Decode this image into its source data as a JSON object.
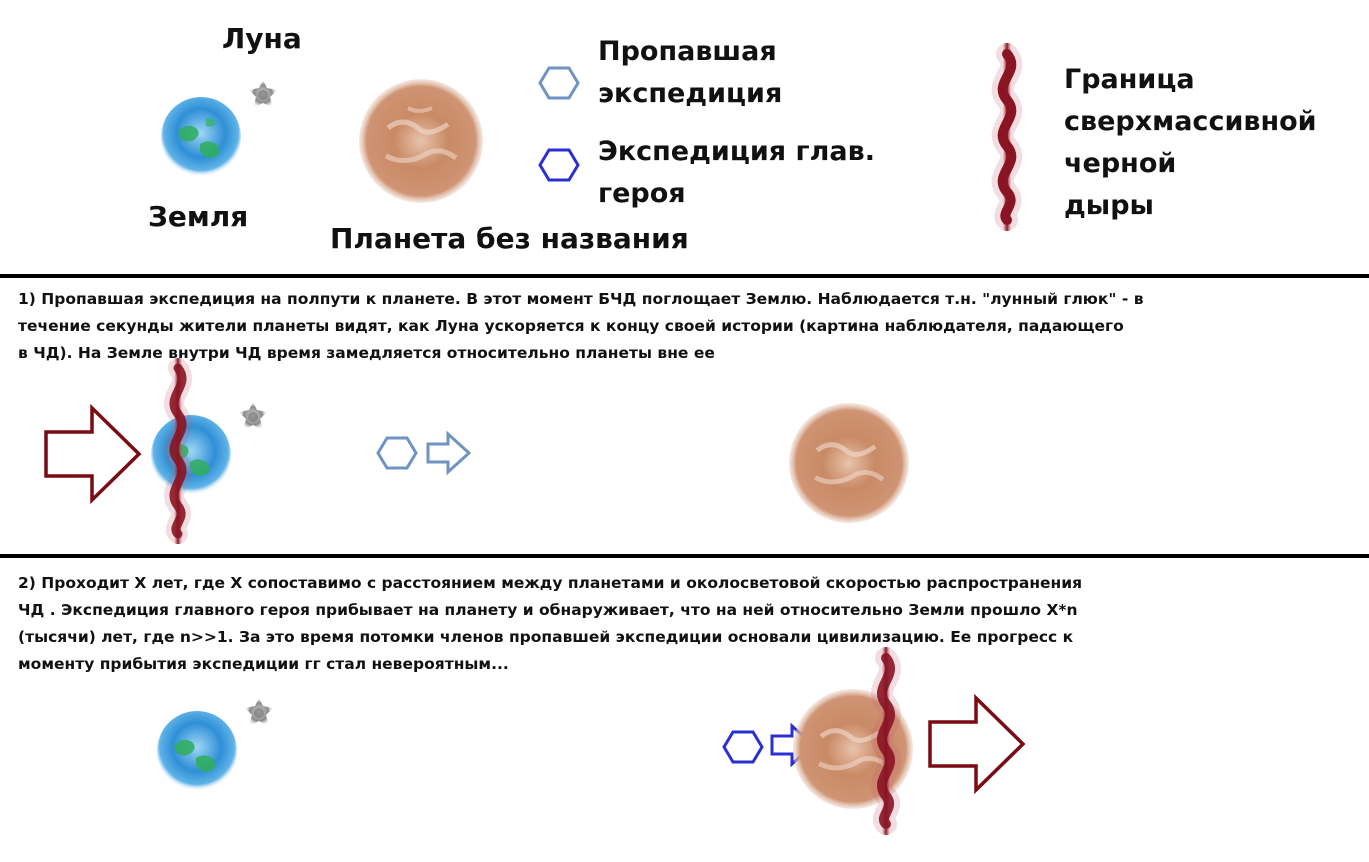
{
  "legend": {
    "moon": "Луна",
    "earth": "Земля",
    "planet": "Планета без названия",
    "lost_expedition_line1": "Пропавшая",
    "lost_expedition_line2": "экспедиция",
    "hero_expedition_line1": "Экспедиция глав.",
    "hero_expedition_line2": "героя",
    "boundary_line1": "Граница",
    "boundary_line2": "сверхмассивной",
    "boundary_line3": "черной",
    "boundary_line4": "дыры"
  },
  "scene1": {
    "text_line1": "1) Пропавшая экспедиция на полпути к планете. В этот момент БЧД поглощает Землю. Наблюдается т.н. \"лунный глюк\" - в",
    "text_line2": "течение секунды жители планеты видят, как Луна ускоряется к концу своей истории (картина наблюдателя, падающего",
    "text_line3": "в ЧД). На Земле внутри ЧД время замедляется относительно планеты вне ее"
  },
  "scene2": {
    "text_line1": "2) Проходит X лет, где X сопоставимо с расстоянием между планетами и околосветовой скоростью распространения",
    "text_line2": "ЧД .  Экспедиция главного героя прибывает на планету и обнаруживает, что на ней относительно Земли прошло X*n",
    "text_line3": "(тысячи) лет, где n>>1. За это время потомки членов пропавшей экспедиции основали цивилизацию. Ее прогресс к",
    "text_line4": "моменту прибытия экспедиции гг стал невероятным..."
  },
  "colors": {
    "lost_expedition": "#6f93c2",
    "hero_expedition": "#2b2fd0",
    "black_hole_boundary": "#8a1423",
    "arrow_outline": "#7a0a14",
    "planet": "#c98a66",
    "earth_ocean": "#2f8fd6",
    "earth_land": "#2fae5a",
    "moon": "#8a8a8a"
  }
}
